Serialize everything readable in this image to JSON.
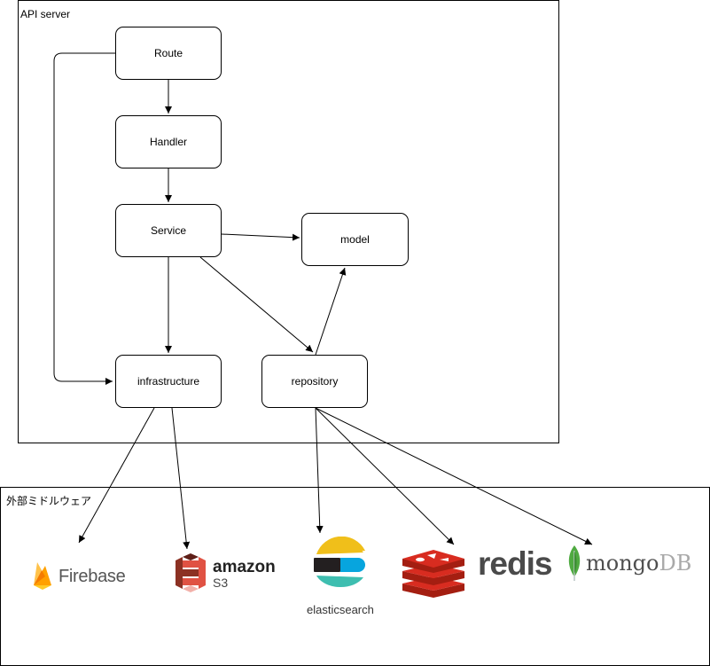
{
  "containers": {
    "api_server": {
      "label": "API server"
    },
    "middleware": {
      "label": "外部ミドルウェア"
    }
  },
  "nodes": {
    "route": "Route",
    "handler": "Handler",
    "service": "Service",
    "model": "model",
    "infrastructure": "infrastructure",
    "repository": "repository"
  },
  "logos": {
    "firebase": {
      "text": "Firebase",
      "icon": "firebase-flame-icon",
      "colors": [
        "#ffca28",
        "#ffa000",
        "#f57c00"
      ]
    },
    "amazon_s3": {
      "brand": "amazon",
      "product": "S3",
      "icon": "aws-s3-bucket-icon",
      "color": "#e05243"
    },
    "elasticsearch": {
      "text": "elasticsearch",
      "icon": "elasticsearch-icon",
      "colors": [
        "#f0bf1a",
        "#231f20",
        "#07a5de",
        "#3ebeb0"
      ]
    },
    "redis_cubes": {
      "icon": "redis-cubes-icon",
      "color": "#d82c20"
    },
    "redis": {
      "text": "redis"
    },
    "mongodb": {
      "text_main": "mongo",
      "text_db": "DB",
      "icon": "mongodb-leaf-icon",
      "color": "#4faa41"
    }
  }
}
